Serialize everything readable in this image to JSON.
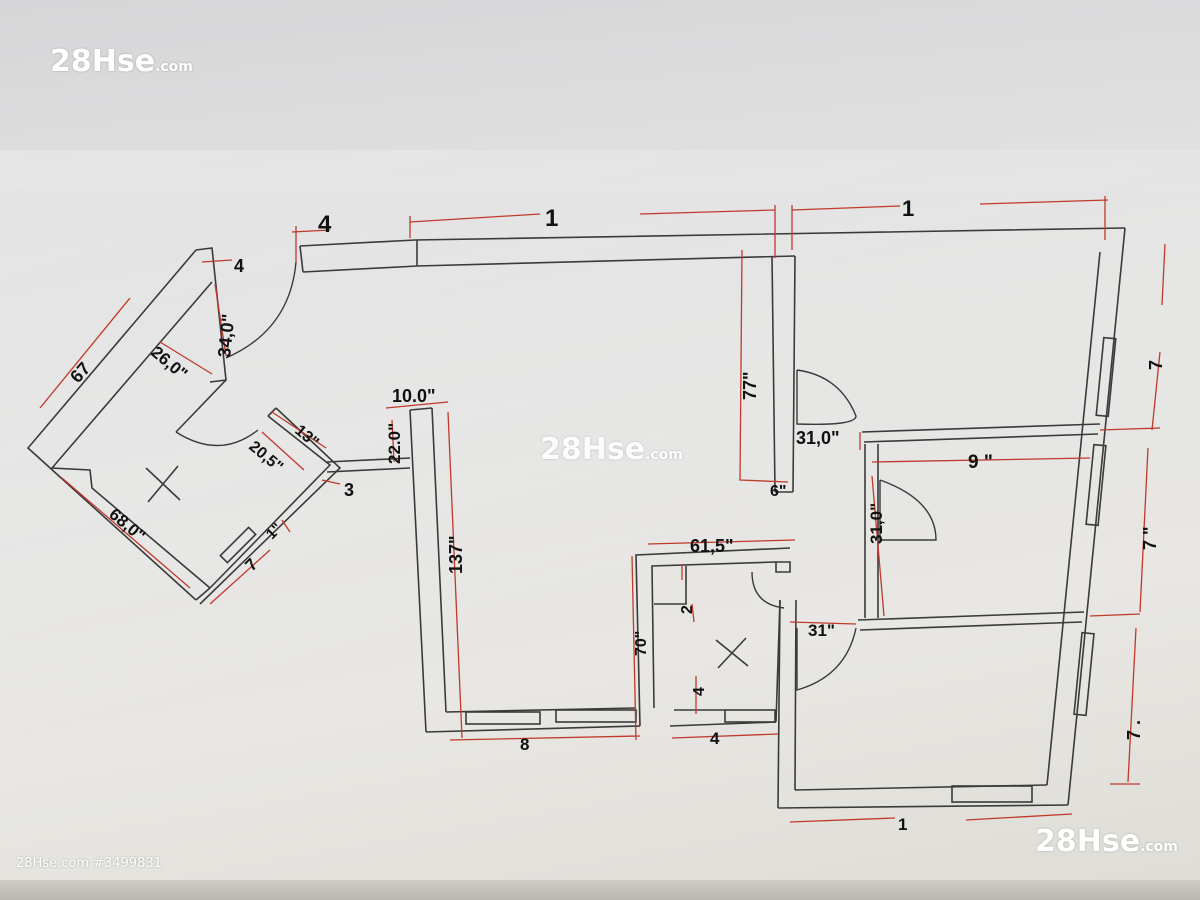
{
  "watermarks": {
    "top_left": {
      "brand": "28Hse",
      "tld": ".com"
    },
    "center": {
      "brand": "28Hse",
      "tld": ".com"
    },
    "bottom_right": {
      "brand": "28Hse",
      "tld": ".com"
    },
    "bottom_left_id": "28Hse.com #3499831"
  },
  "colors": {
    "wall": "#3a3a3a",
    "dimension": "#c0392b",
    "label": "#111111"
  },
  "dimension_labels": {
    "d_4_top": "4",
    "d_1_top_left": "1",
    "d_1_top_right": "1",
    "d_4_door": "4",
    "d_34": "34,0\"",
    "d_67": "67",
    "d_26": "26,0\"",
    "d_13": "13\"",
    "d_20": "20,5\"",
    "d_3": "3",
    "d_1in": "1\"",
    "d_68": "68,0\"",
    "d_7_left": "7",
    "d_10": "10.0\"",
    "d_22": "22.0\"",
    "d_137": "137\"",
    "d_77": "77\"",
    "d_6": "6\"",
    "d_31_top": "31,0\"",
    "d_9": "9 \"",
    "d_31_vert": "31,0\"",
    "d_61": "61,5\"",
    "d_2": "2",
    "d_70": "70\"",
    "d_31_low": "31\"",
    "d_4_bath": "4",
    "d_8": "8",
    "d_4_bottom": "4",
    "d_1_bottom": "1",
    "d_7_r1": "7",
    "d_7_r2": "7 \"",
    "d_7_r3": "7 ."
  }
}
